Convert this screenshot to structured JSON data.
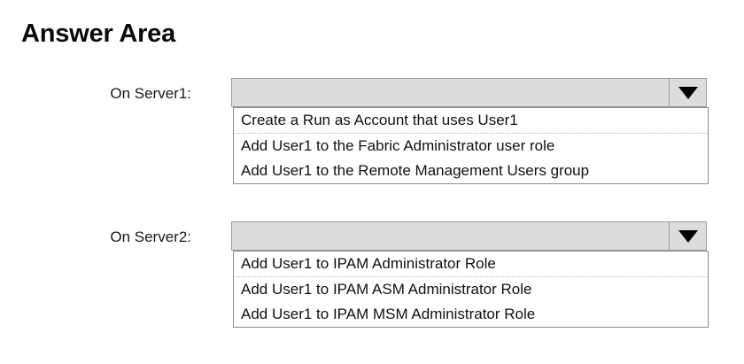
{
  "page": {
    "title": "Answer Area",
    "background_color": "#ffffff",
    "text_color": "#000000"
  },
  "colors": {
    "combo_fill": "#dcdcdc",
    "combo_border": "#9a9a9a",
    "list_fill": "#ffffff",
    "list_border": "#8c8c8c",
    "separator": "#b5b5b5",
    "arrow": "#000000"
  },
  "questions": [
    {
      "label": "On Server1:",
      "selected_value": "",
      "arrow_icon": "chevron-down-icon",
      "options": [
        "Create a Run as Account that uses User1",
        "Add User1 to the Fabric Administrator user role",
        "Add User1 to the Remote Management Users group"
      ]
    },
    {
      "label": "On Server2:",
      "selected_value": "",
      "arrow_icon": "chevron-down-icon",
      "options": [
        "Add User1 to IPAM Administrator Role",
        "Add User1 to IPAM ASM Administrator Role",
        "Add User1 to IPAM MSM Administrator Role"
      ]
    }
  ]
}
